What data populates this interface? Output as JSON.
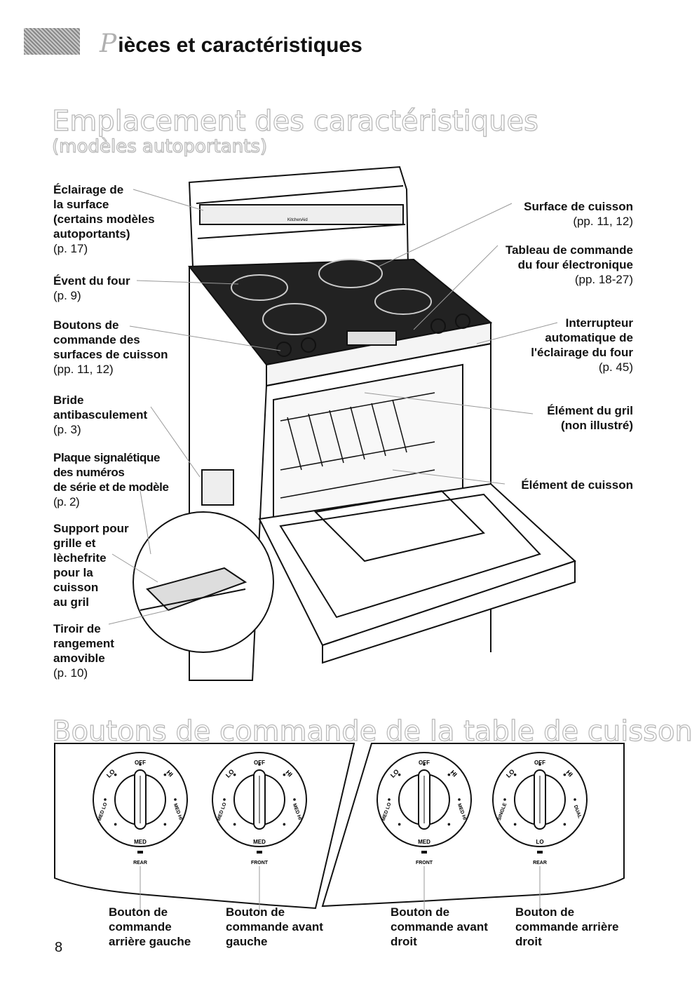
{
  "header": {
    "title_initial": "P",
    "title_rest": "ièces et caractéristiques"
  },
  "section1": {
    "heading": "Emplacement des caractéristiques",
    "subheading": "(modèles autoportants)"
  },
  "left_labels": [
    {
      "name": "Éclairage de\nla surface\n(certains modèles\nautoportants)",
      "ref": "(p. 17)"
    },
    {
      "name": "Évent du four",
      "ref": "(p. 9)"
    },
    {
      "name": "Boutons de\ncommande des\nsurfaces de cuisson",
      "ref": "(pp. 11, 12)"
    },
    {
      "name": "Bride\nantibasculement",
      "ref": "(p. 3)"
    },
    {
      "name": "Plaque signalétique\ndes numéros\nde série et de modèle",
      "ref": "(p. 2)"
    },
    {
      "name": "Support pour\ngrille et\nlèchefrite\npour la\ncuisson\nau gril",
      "ref": ""
    },
    {
      "name": "Tiroir de\nrangement\namovible",
      "ref": "(p. 10)"
    }
  ],
  "right_labels": [
    {
      "name": "Surface de cuisson",
      "ref": "(pp. 11, 12)"
    },
    {
      "name": "Tableau de commande\ndu four électronique",
      "ref": "(pp. 18-27)"
    },
    {
      "name": "Interrupteur\nautomatique de\nl'éclairage du four",
      "ref": "(p. 45)"
    },
    {
      "name": "Élément du gril\n(non illustré)",
      "ref": ""
    },
    {
      "name": "Élément de cuisson",
      "ref": ""
    }
  ],
  "section2": {
    "heading": "Boutons de commande de la table de cuisson"
  },
  "knobs": [
    {
      "off": "OFF",
      "med": "MED",
      "pos": "REAR",
      "lo": "LO",
      "hi": "HI",
      "mid_left": "MED LO",
      "mid_right": "MED HI"
    },
    {
      "off": "OFF",
      "med": "MED",
      "pos": "FRONT",
      "lo": "LO",
      "hi": "HI",
      "mid_left": "MED LO",
      "mid_right": "MED HI"
    },
    {
      "off": "OFF",
      "med": "MED",
      "pos": "FRONT",
      "lo": "LO",
      "hi": "HI",
      "mid_left": "MED LO",
      "mid_right": "MED HI"
    },
    {
      "off": "OFF",
      "med": "LO",
      "pos": "REAR",
      "lo": "LO",
      "hi": "HI",
      "mid_left": "SINGLE",
      "mid_right": "DUAL"
    }
  ],
  "knob_captions": [
    "Bouton de\ncommande\narrière gauche",
    "Bouton de\ncommande avant\ngauche",
    "Bouton de\ncommande avant\ndroit",
    "Bouton de\ncommande arrière\ndroit"
  ],
  "page_number": "8",
  "range_brand": "KitchenAid"
}
